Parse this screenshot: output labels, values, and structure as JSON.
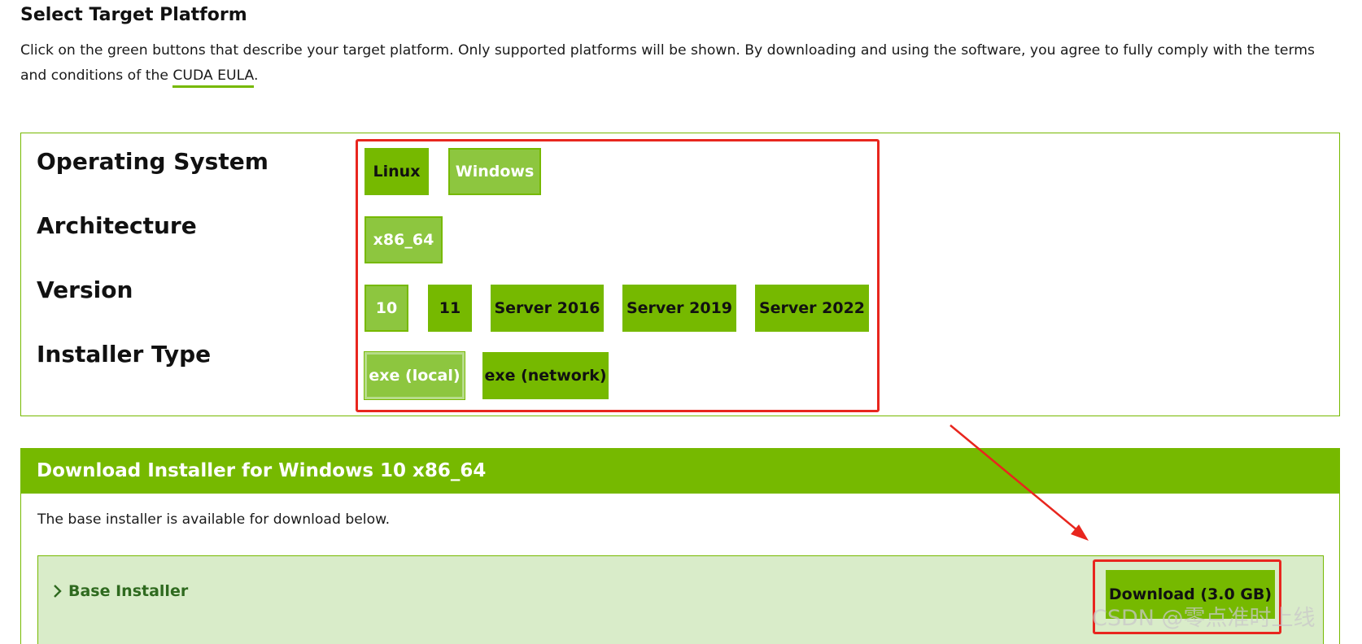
{
  "page": {
    "title": "Select Target Platform",
    "intro_text": "Click on the green buttons that describe your target platform. Only supported platforms will be shown. By downloading and using the software, you agree to fully comply with the terms and conditions of the ",
    "eula_link": "CUDA EULA",
    "intro_end": "."
  },
  "selector": {
    "os": {
      "label": "Operating System",
      "options": [
        "Linux",
        "Windows"
      ],
      "selected": "Windows"
    },
    "arch": {
      "label": "Architecture",
      "options": [
        "x86_64"
      ],
      "selected": "x86_64"
    },
    "version": {
      "label": "Version",
      "options": [
        "10",
        "11",
        "Server 2016",
        "Server 2019",
        "Server 2022"
      ],
      "selected": "10"
    },
    "installer": {
      "label": "Installer Type",
      "options": [
        "exe (local)",
        "exe (network)"
      ],
      "selected": "exe (local)"
    }
  },
  "download": {
    "header": "Download Installer for Windows 10 x86_64",
    "description": "The base installer is available for download below.",
    "base_installer_label": "Base Installer",
    "button_label": "Download (3.0 GB)"
  },
  "watermark": "CSDN @零点准时上线",
  "colors": {
    "brand_green": "#76b900",
    "selected_green": "#8dc63f",
    "annotation_red": "#e8261e",
    "base_row_bg": "#d9ecc9"
  },
  "icons": {
    "expand": "chevron-right-icon"
  }
}
